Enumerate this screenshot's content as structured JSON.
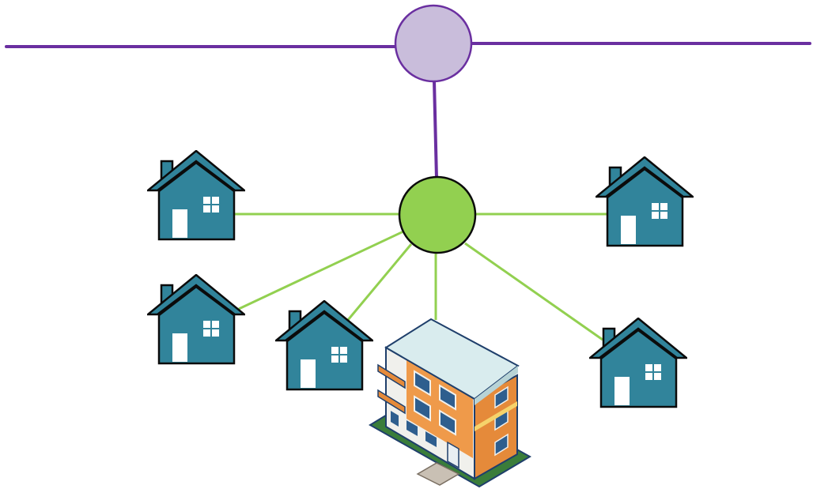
{
  "diagram": {
    "colors": {
      "backbone": "#6a2fa0",
      "upstream_node_fill": "#c9bddb",
      "distribution_node_fill": "#92d050",
      "link": "#92d050",
      "house_fill": "#31849b",
      "house_outline": "#0b0b0b",
      "door_window": "#ffffff",
      "building_walls": "#e58a3a",
      "building_roof": "#d9ecee",
      "building_windows": "#2e5e8e",
      "building_ground": "#3a7d3a"
    },
    "nodes": [
      {
        "id": "upstream-node",
        "icon": "circle-node"
      },
      {
        "id": "distribution-node",
        "icon": "circle-node"
      }
    ],
    "endpoints": [
      {
        "id": "house-1",
        "icon": "house-icon"
      },
      {
        "id": "house-2",
        "icon": "house-icon"
      },
      {
        "id": "house-3",
        "icon": "house-icon"
      },
      {
        "id": "house-4",
        "icon": "house-icon"
      },
      {
        "id": "house-5",
        "icon": "house-icon"
      },
      {
        "id": "apartment-building",
        "icon": "apartment-building-icon"
      }
    ]
  }
}
